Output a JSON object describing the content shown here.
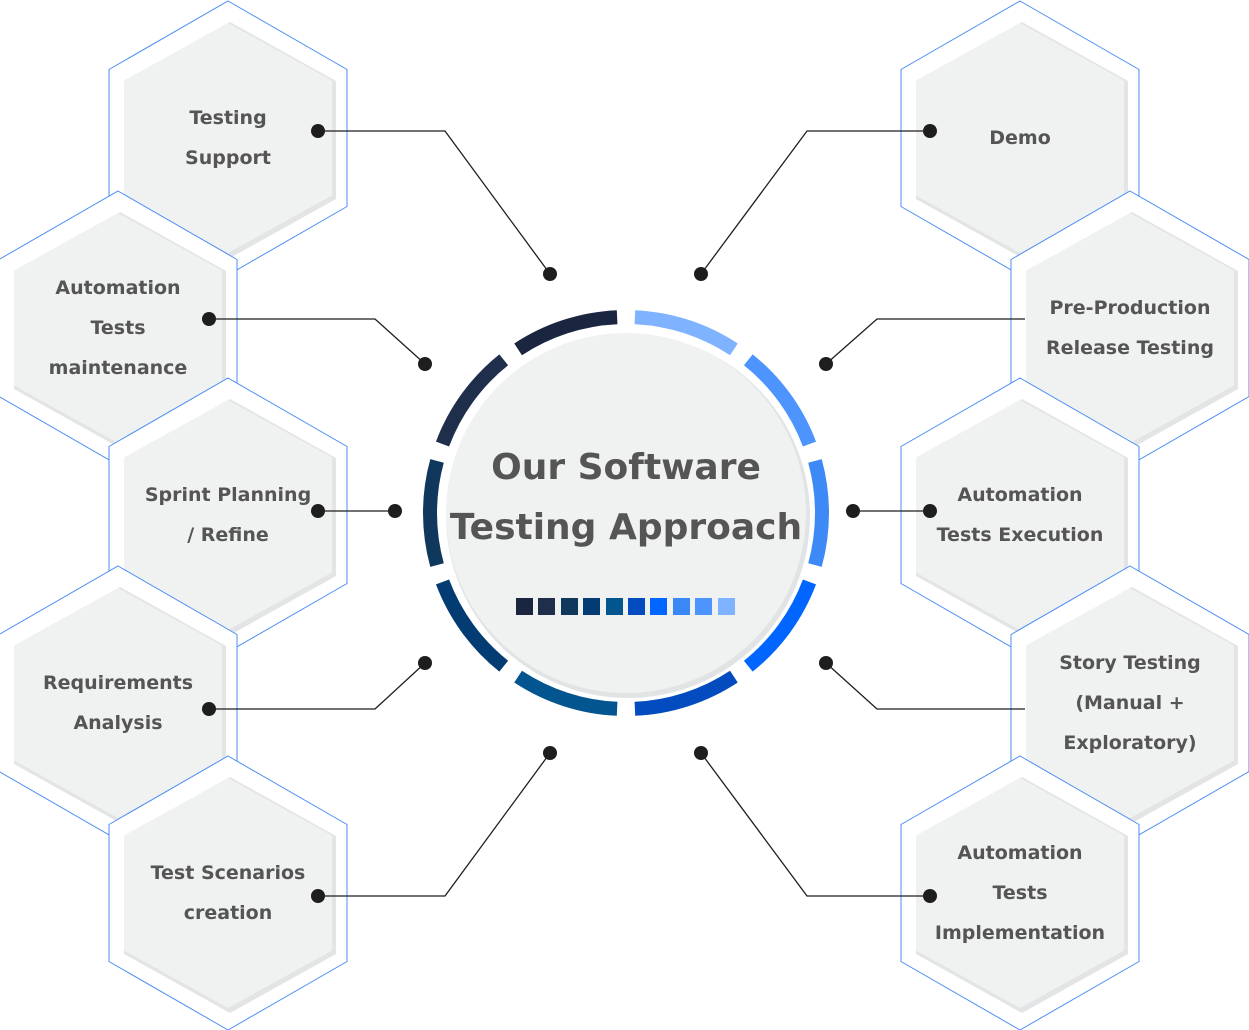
{
  "title": {
    "line1": "Our Software",
    "line2": "Testing Approach"
  },
  "palette": [
    "#1a2640",
    "#1f2e4a",
    "#10375c",
    "#033b73",
    "#02558f",
    "#034cc0",
    "#0066ff",
    "#3a88f5",
    "#4d94ff",
    "#80b3ff"
  ],
  "ring_colors_clockwise_from_top": [
    "#80b3ff",
    "#4d94ff",
    "#3d8af7",
    "#0066ff",
    "#034cc0",
    "#02558f",
    "#033b73",
    "#10375c",
    "#1f2e4a",
    "#1a2640"
  ],
  "hex_outline_color": "#4d8ef5",
  "hex_fill_color": "#f0f1f1",
  "connector_color": "#1e1e1e",
  "steps": {
    "left": [
      {
        "lines": [
          "Testing",
          "Support"
        ]
      },
      {
        "lines": [
          "Automation",
          "Tests",
          "maintenance"
        ]
      },
      {
        "lines": [
          "Sprint Planning",
          "/ Refine"
        ]
      },
      {
        "lines": [
          "Requirements",
          "Analysis"
        ]
      },
      {
        "lines": [
          "Test Scenarios",
          "creation"
        ]
      }
    ],
    "right": [
      {
        "lines": [
          "Demo"
        ]
      },
      {
        "lines": [
          "Pre-Production",
          "Release Testing"
        ]
      },
      {
        "lines": [
          "Automation",
          "Tests Execution"
        ]
      },
      {
        "lines": [
          "Story Testing",
          "(Manual +",
          "Exploratory)"
        ]
      },
      {
        "lines": [
          "Automation",
          "Tests",
          "Implementation"
        ]
      }
    ]
  }
}
